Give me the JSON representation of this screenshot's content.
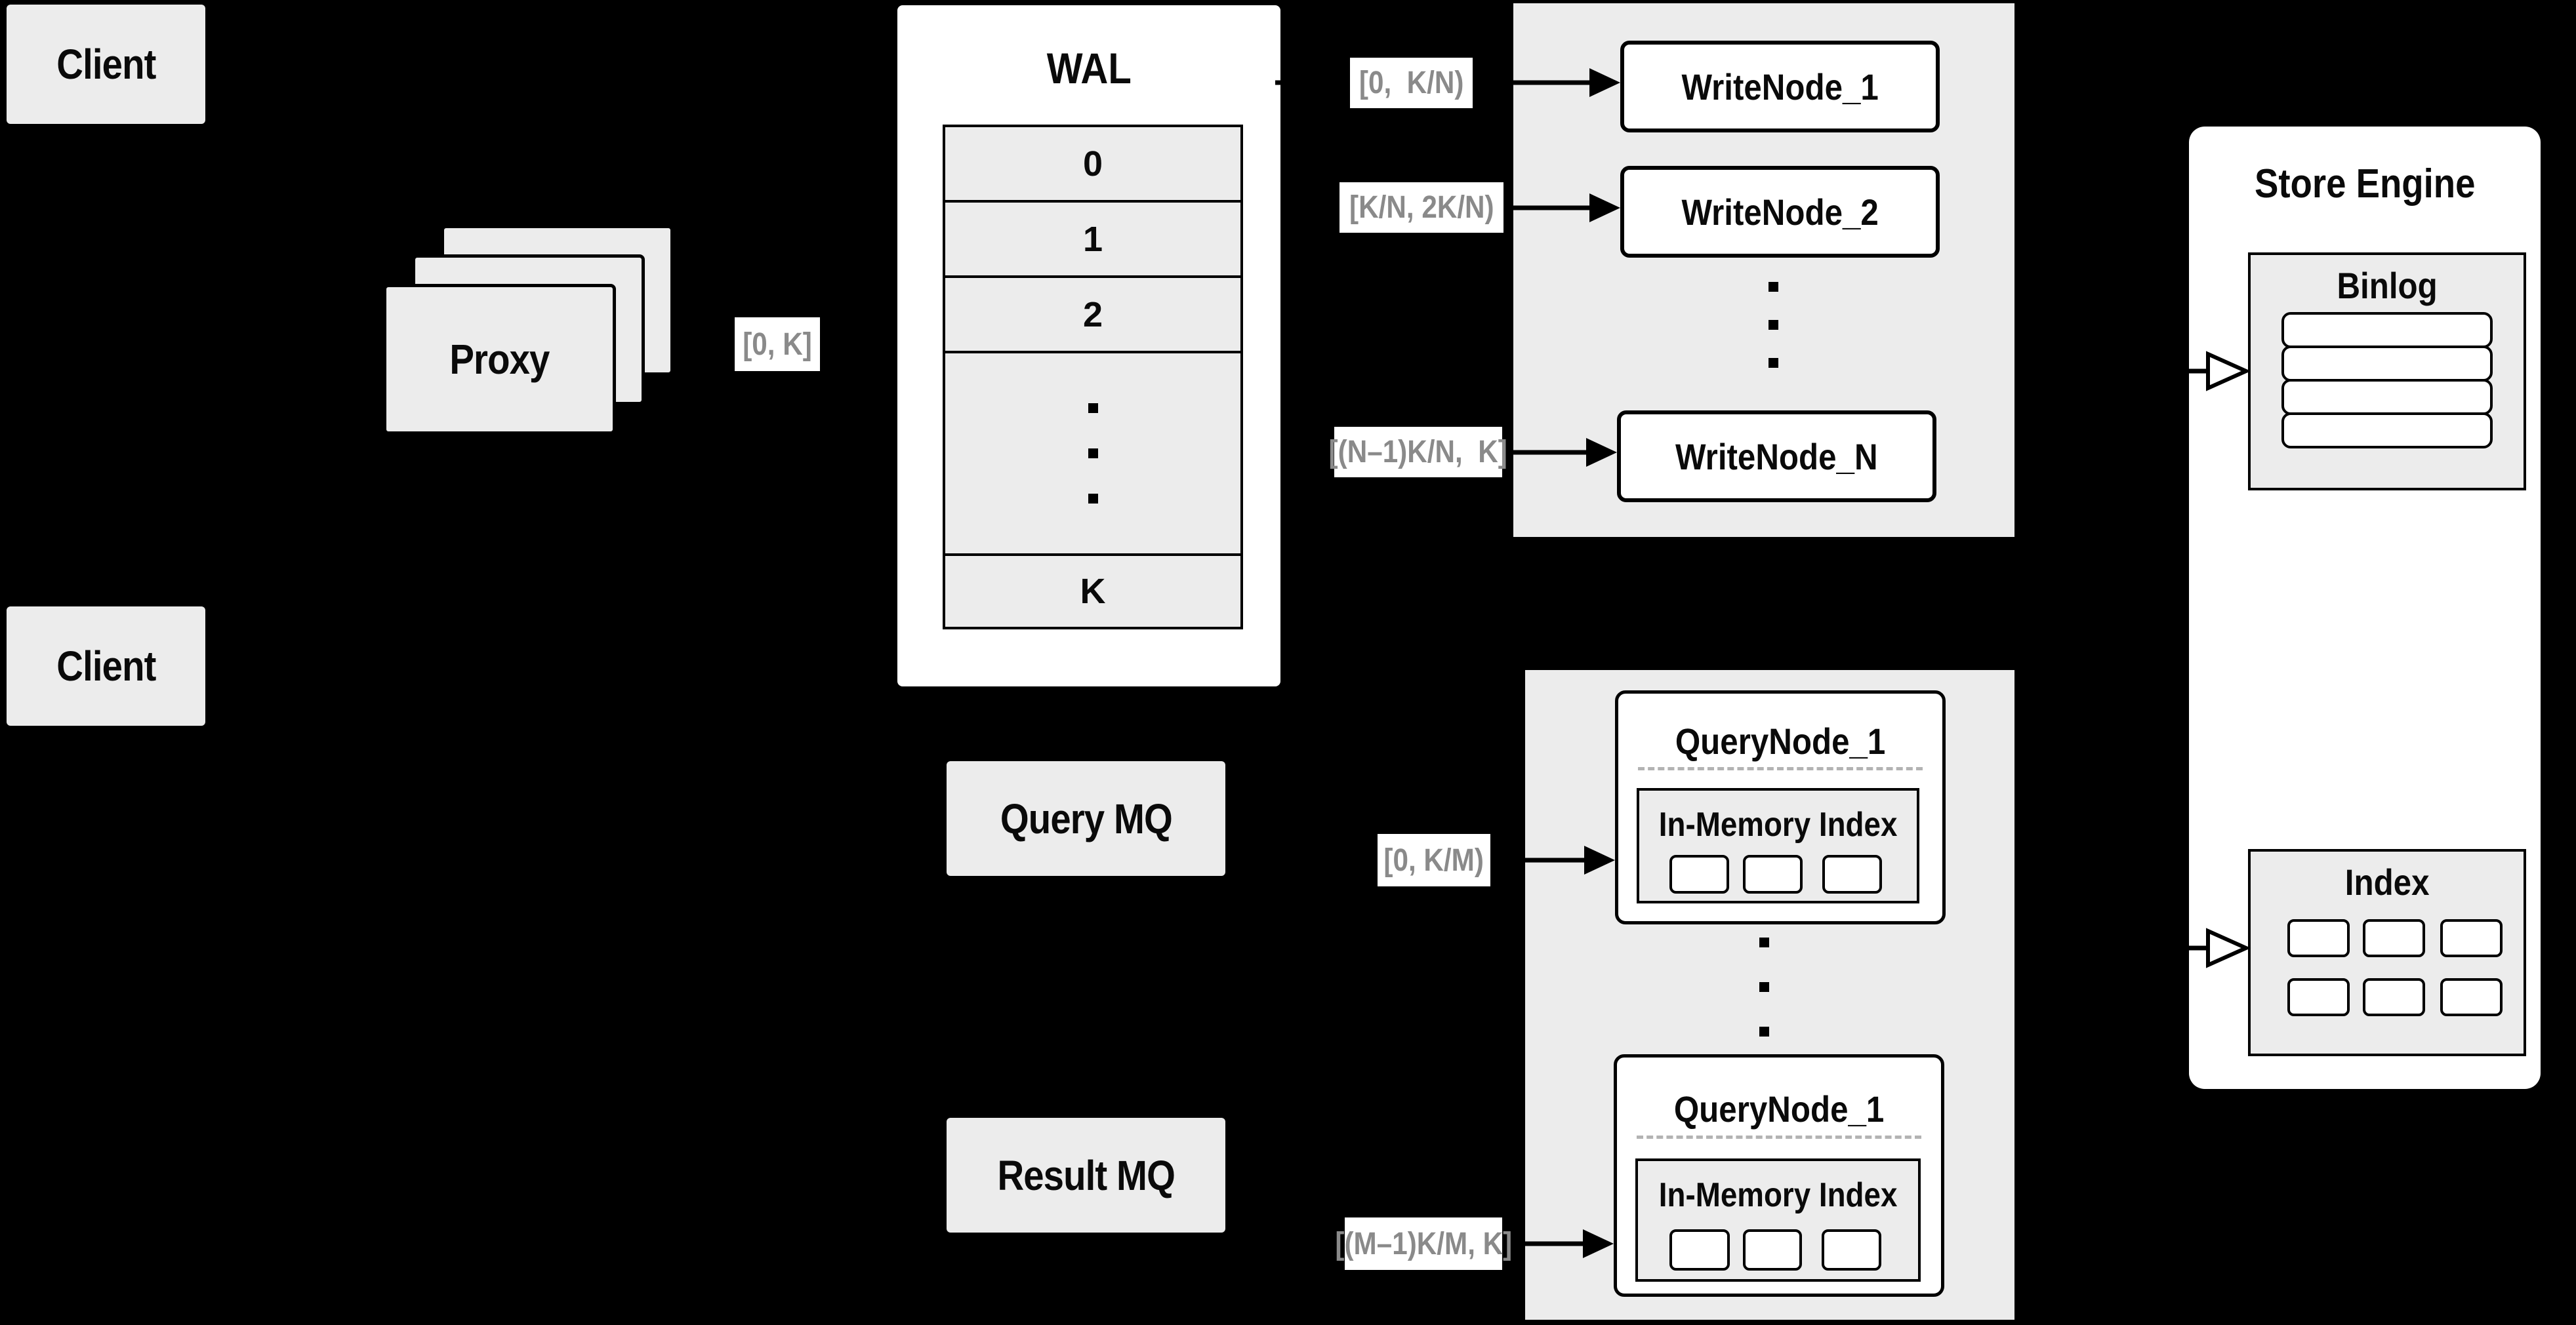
{
  "colors": {
    "background": "#000000",
    "box_fill": "#ececec",
    "node_fill": "#ffffff",
    "stroke": "#000000",
    "range_text": "#8a8a8a"
  },
  "clients": {
    "top": "Client",
    "bottom": "Client"
  },
  "proxy": {
    "label": "Proxy",
    "range_out": "[0, K]"
  },
  "wal": {
    "title": "WAL",
    "rows": [
      "0",
      "1",
      "2"
    ],
    "last": "K"
  },
  "write_group": {
    "nodes": [
      {
        "label": "WriteNode_1",
        "range": "[0,  K/N)"
      },
      {
        "label": "WriteNode_2",
        "range": "[K/N, 2K/N)"
      },
      {
        "label": "WriteNode_N",
        "range": "[(N–1)K/N,  K]"
      }
    ]
  },
  "mq": {
    "query": "Query MQ",
    "result": "Result MQ"
  },
  "query_group": {
    "nodes": [
      {
        "title": "QueryNode_1",
        "inner": "In-Memory Index",
        "range": "[0, K/M)"
      },
      {
        "title": "QueryNode_1",
        "inner": "In-Memory Index",
        "range": "[(M–1)K/M, K]"
      }
    ]
  },
  "store_engine": {
    "title": "Store Engine",
    "binlog": "Binlog",
    "index": "Index"
  }
}
